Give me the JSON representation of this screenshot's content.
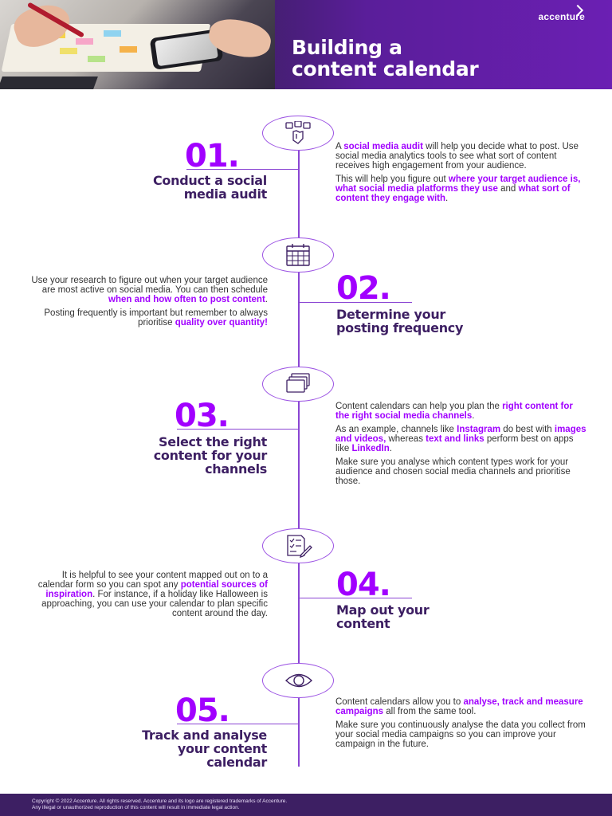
{
  "header": {
    "brand": "accenture",
    "title_line1": "Building a",
    "title_line2": "content calendar"
  },
  "colors": {
    "accent": "#a100ff",
    "heading": "#3d1f63",
    "timeline": "#8a45d3"
  },
  "steps": [
    {
      "number": "01.",
      "heading_line1": "Conduct a social",
      "heading_line2": "media audit",
      "icon": "social-media-icon",
      "p1": {
        "a": "A ",
        "b": "social media audit",
        "c": " will help you decide what to post. Use social media analytics tools to see what sort of content receives high engagement from your audience."
      },
      "p2": {
        "a": "This will help you figure out ",
        "b": "where your target audience is, what social media platforms they use",
        "c": " and ",
        "d": "what sort of content they engage with",
        "e": "."
      }
    },
    {
      "number": "02.",
      "heading_line1": "Determine your",
      "heading_line2": "posting frequency",
      "icon": "calendar-icon",
      "p1": {
        "a": "Use your research to figure out when your target audience are most active on social media. You can then schedule ",
        "b": "when and how often to post content",
        "c": "."
      },
      "p2": {
        "a": "Posting frequently is important but remember to always prioritise ",
        "b": "quality over quantity!"
      }
    },
    {
      "number": "03.",
      "heading_line1": "Select the right",
      "heading_line2": "content for your",
      "heading_line3": "channels",
      "icon": "stacked-windows-icon",
      "p1": {
        "a": "Content calendars can help you plan the ",
        "b": "right content for the right social media channels",
        "c": "."
      },
      "p2": {
        "a": "As an example, channels like ",
        "b": "Instagram",
        "c": " do best with ",
        "d": "images and videos,",
        "e": " whereas ",
        "f": "text and links",
        "g": " perform best on apps like ",
        "h": "LinkedIn",
        "i": "."
      },
      "p3": "Make sure you analyse which content types work for your audience and chosen social media channels and prioritise those."
    },
    {
      "number": "04.",
      "heading_line1": "Map out your",
      "heading_line2": "content",
      "icon": "checklist-pencil-icon",
      "p1": {
        "a": "It is helpful to see your content mapped out on to a calendar form so you can spot any ",
        "b": "potential sources of inspiration",
        "c": ". For instance, if a holiday like Halloween is approaching, you can use your calendar to plan specific content around the day."
      }
    },
    {
      "number": "05.",
      "heading_line1": "Track and analyse",
      "heading_line2": "your content",
      "heading_line3": "calendar",
      "icon": "eye-icon",
      "p1": {
        "a": "Content calendars allow you to ",
        "b": "analyse, track and measure campaigns",
        "c": " all from the same tool."
      },
      "p2": "Make sure you continuously analyse the data you collect from your social media campaigns so you can improve your campaign in the future."
    }
  ],
  "footer": {
    "line1": "Copyright © 2022 Accenture. All rights reserved. Accenture and its logo are registered trademarks of Accenture.",
    "line2": "Any illegal or unauthorized reproduction of this content will result in immediate legal action."
  }
}
